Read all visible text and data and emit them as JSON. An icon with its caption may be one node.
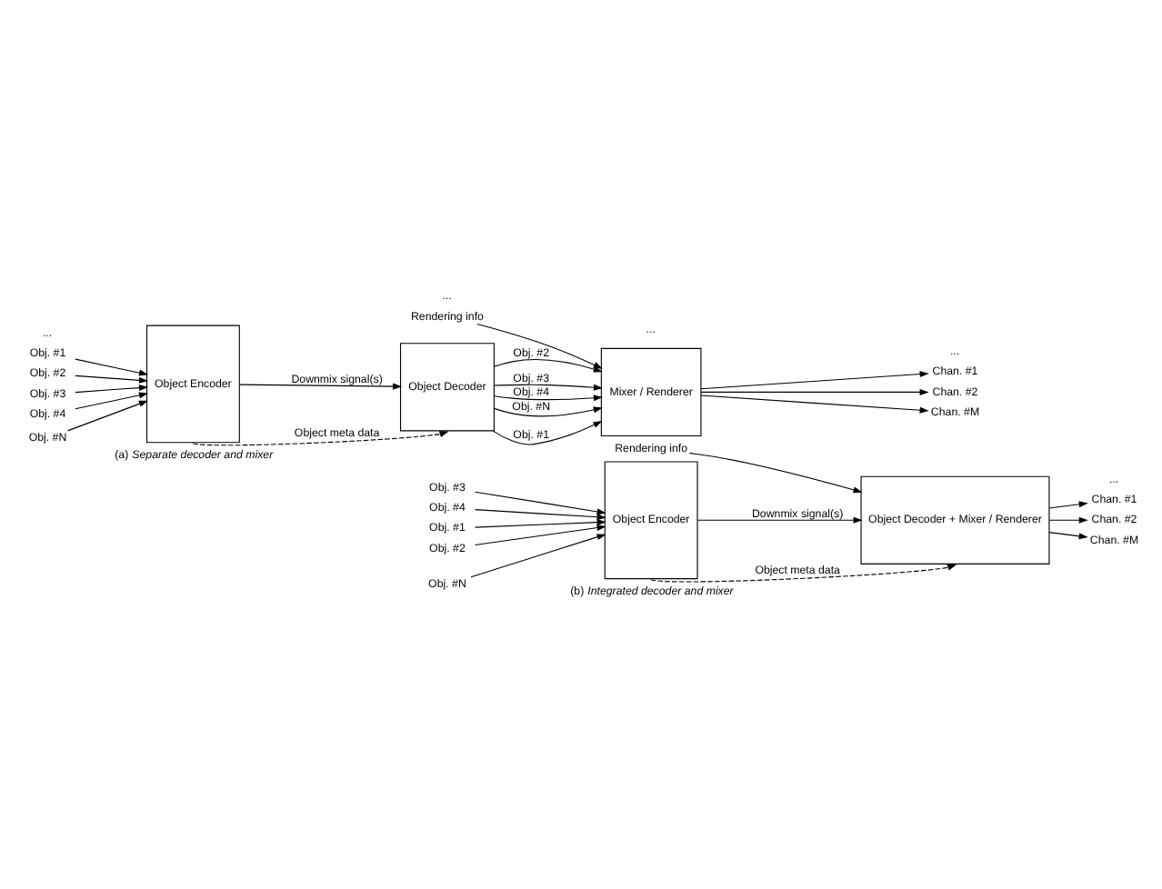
{
  "diagram": {
    "nodes": [
      {
        "text": [
          "Obj. #1"
        ]
      },
      {
        "text": [
          "Obj. #2"
        ]
      },
      {
        "text": [
          "Obj. #3"
        ]
      },
      {
        "text": [
          "Obj. #4"
        ]
      },
      {
        "text": [
          "Obj. #N"
        ]
      },
      {
        "text": [
          "Object Encoder"
        ]
      },
      {
        "text": [
          "Object Decoder"
        ]
      },
      {
        "text": [
          "Mixer / Renderer"
        ]
      },
      {
        "text": [
          "Chan. #1"
        ]
      },
      {
        "text": [
          "Chan. #2"
        ]
      },
      {
        "text": [
          "Chan. #M"
        ]
      },
      {
        "text": [
          "Rendering info"
        ]
      },
      {
        "text": [
          "Obj. #1"
        ]
      },
      {
        "text": [
          "Obj. #2"
        ]
      },
      {
        "text": [
          "Obj. #3"
        ]
      },
      {
        "text": [
          "Obj. #4"
        ]
      },
      {
        "text": [
          "Obj. #N"
        ]
      },
      {
        "text": [
          "Object Encoder"
        ]
      },
      {
        "text": [
          "Object Decoder + Mixer / Renderer"
        ]
      },
      {
        "text": [
          "Chan. #1"
        ]
      },
      {
        "text": [
          "Chan. #2"
        ]
      },
      {
        "text": [
          "Chan. #M"
        ]
      },
      {
        "text": [
          "Rendering info"
        ]
      }
    ],
    "edges": [
      {
        "from": 0,
        "to": 5,
        "arrow": "to"
      },
      {
        "from": 1,
        "to": 5,
        "arrow": "to"
      },
      {
        "from": 2,
        "to": 5,
        "arrow": "to"
      },
      {
        "from": 3,
        "to": 5,
        "arrow": "to"
      },
      {
        "from": 4,
        "to": 5,
        "arrow": "to"
      },
      {
        "from": 5,
        "to": 6,
        "arrow": "to",
        "label": "Downmix signal(s)"
      },
      {
        "from": 5,
        "to": 6,
        "arrow": "to",
        "label": "Object meta data",
        "style": "dashed"
      },
      {
        "from": 6,
        "to": 7,
        "arrow": "to",
        "label": "Obj. #1"
      },
      {
        "from": 6,
        "to": 7,
        "arrow": "to",
        "label": "Obj. #2"
      },
      {
        "from": 6,
        "to": 7,
        "arrow": "to",
        "label": "Obj. #3"
      },
      {
        "from": 6,
        "to": 7,
        "arrow": "to",
        "label": "Obj. #4"
      },
      {
        "from": 6,
        "to": 7,
        "arrow": "to",
        "label": "Obj. #N"
      },
      {
        "from": 7,
        "to": 8,
        "arrow": "to"
      },
      {
        "from": 7,
        "to": 9,
        "arrow": "to"
      },
      {
        "from": 7,
        "to": 10,
        "arrow": "to"
      },
      {
        "from": 11,
        "to": 7,
        "arrow": "to"
      },
      {
        "from": 12,
        "to": 17,
        "arrow": "to"
      },
      {
        "from": 13,
        "to": 17,
        "arrow": "to"
      },
      {
        "from": 14,
        "to": 17,
        "arrow": "to"
      },
      {
        "from": 15,
        "to": 17,
        "arrow": "to"
      },
      {
        "from": 16,
        "to": 17,
        "arrow": "to"
      },
      {
        "from": 17,
        "to": 18,
        "arrow": "to",
        "label": "Downmix signal(s)"
      },
      {
        "from": 17,
        "to": 18,
        "arrow": "to",
        "label": "Object meta data",
        "style": "dashed"
      },
      {
        "from": 18,
        "to": 19,
        "arrow": "to"
      },
      {
        "from": 18,
        "to": 20,
        "arrow": "to"
      },
      {
        "from": 18,
        "to": 21,
        "arrow": "to"
      },
      {
        "from": 22,
        "to": 18,
        "arrow": "to"
      }
    ],
    "labels": [
      "...",
      "...",
      "...",
      "(a) *Separate decoder and mixer*",
      "...",
      "...",
      "(b) *Integrated decoder and mixer*"
    ]
  }
}
